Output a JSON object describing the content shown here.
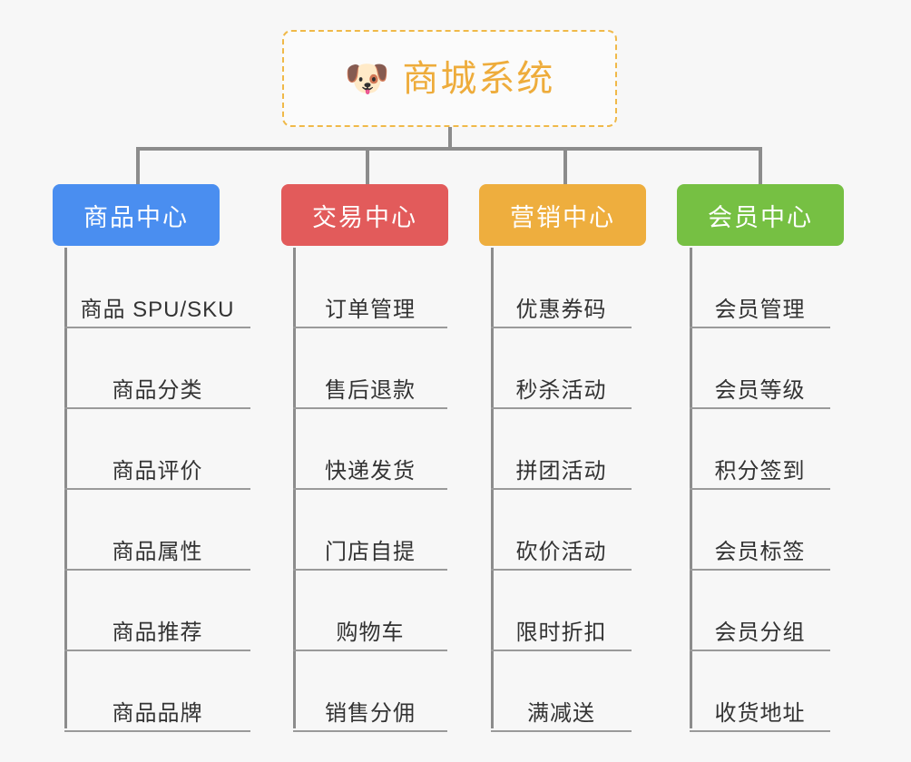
{
  "root": {
    "icon": "shiba-dog-emoji",
    "icon_glyph": "🐶",
    "title": "商城系统",
    "border_color": "#f0b949",
    "text_color": "#eeac3b"
  },
  "connector_color": "#8c8c8c",
  "background_color": "#f7f7f7",
  "columns": [
    {
      "label": "商品中心",
      "color": "#4a8ef0",
      "items": [
        "商品 SPU/SKU",
        "商品分类",
        "商品评价",
        "商品属性",
        "商品推荐",
        "商品品牌"
      ]
    },
    {
      "label": "交易中心",
      "color": "#e25b5b",
      "items": [
        "订单管理",
        "售后退款",
        "快递发货",
        "门店自提",
        "购物车",
        "销售分佣"
      ]
    },
    {
      "label": "营销中心",
      "color": "#eeae3e",
      "items": [
        "优惠券码",
        "秒杀活动",
        "拼团活动",
        "砍价活动",
        "限时折扣",
        "满减送"
      ]
    },
    {
      "label": "会员中心",
      "color": "#76c043",
      "items": [
        "会员管理",
        "会员等级",
        "积分签到",
        "会员标签",
        "会员分组",
        "收货地址"
      ]
    }
  ]
}
